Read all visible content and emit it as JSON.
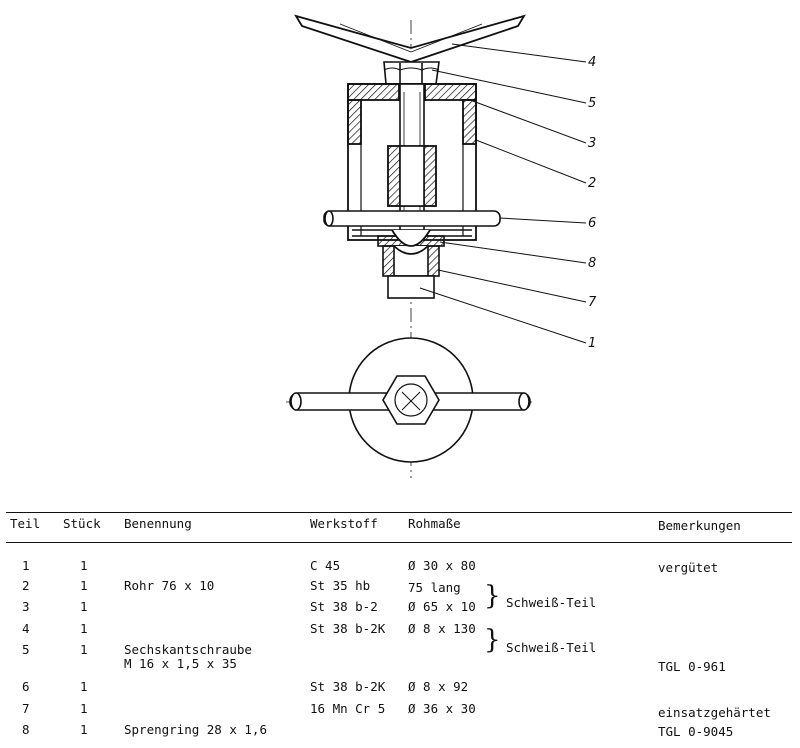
{
  "callouts": [
    "4",
    "5",
    "3",
    "2",
    "6",
    "8",
    "7",
    "1"
  ],
  "table": {
    "headers": {
      "teil": "Teil",
      "stueck": "Stück",
      "benennung": "Benennung",
      "werkstoff": "Werkstoff",
      "rohmasse": "Rohmaße",
      "bemerkungen": "Bemerkungen"
    },
    "rows": [
      {
        "teil": "1",
        "stueck": "1",
        "benennung": "",
        "werkstoff": "C 45",
        "rohmasse": "Ø 30 x 80",
        "bemerkungen": "vergütet"
      },
      {
        "teil": "2",
        "stueck": "1",
        "benennung": "Rohr 76 x 10",
        "werkstoff": "St 35 hb",
        "rohmasse": "75 lang",
        "bemerkungen": ""
      },
      {
        "teil": "3",
        "stueck": "1",
        "benennung": "",
        "werkstoff": "St 38 b-2",
        "rohmasse": "Ø 65 x 10",
        "bemerkungen": ""
      },
      {
        "teil": "4",
        "stueck": "1",
        "benennung": "",
        "werkstoff": "St 38 b-2K",
        "rohmasse": "Ø 8 x 130",
        "bemerkungen": ""
      },
      {
        "teil": "5",
        "stueck": "1",
        "benennung": "Sechskantschraube",
        "benennung2": "M 16 x 1,5 x 35",
        "werkstoff": "",
        "rohmasse": "",
        "bemerkungen": "TGL 0-961"
      },
      {
        "teil": "6",
        "stueck": "1",
        "benennung": "",
        "werkstoff": "St 38 b-2K",
        "rohmasse": "Ø 8 x 92",
        "bemerkungen": ""
      },
      {
        "teil": "7",
        "stueck": "1",
        "benennung": "",
        "werkstoff": "16 Mn Cr 5",
        "rohmasse": "Ø 36 x 30",
        "bemerkungen": "einsatzgehärtet"
      },
      {
        "teil": "8",
        "stueck": "1",
        "benennung": "Sprengring 28 x 1,6",
        "werkstoff": "",
        "rohmasse": "",
        "bemerkungen": "TGL 0-9045"
      }
    ],
    "group_notes": [
      "Schweiß-Teil",
      "Schweiß-Teil"
    ]
  }
}
